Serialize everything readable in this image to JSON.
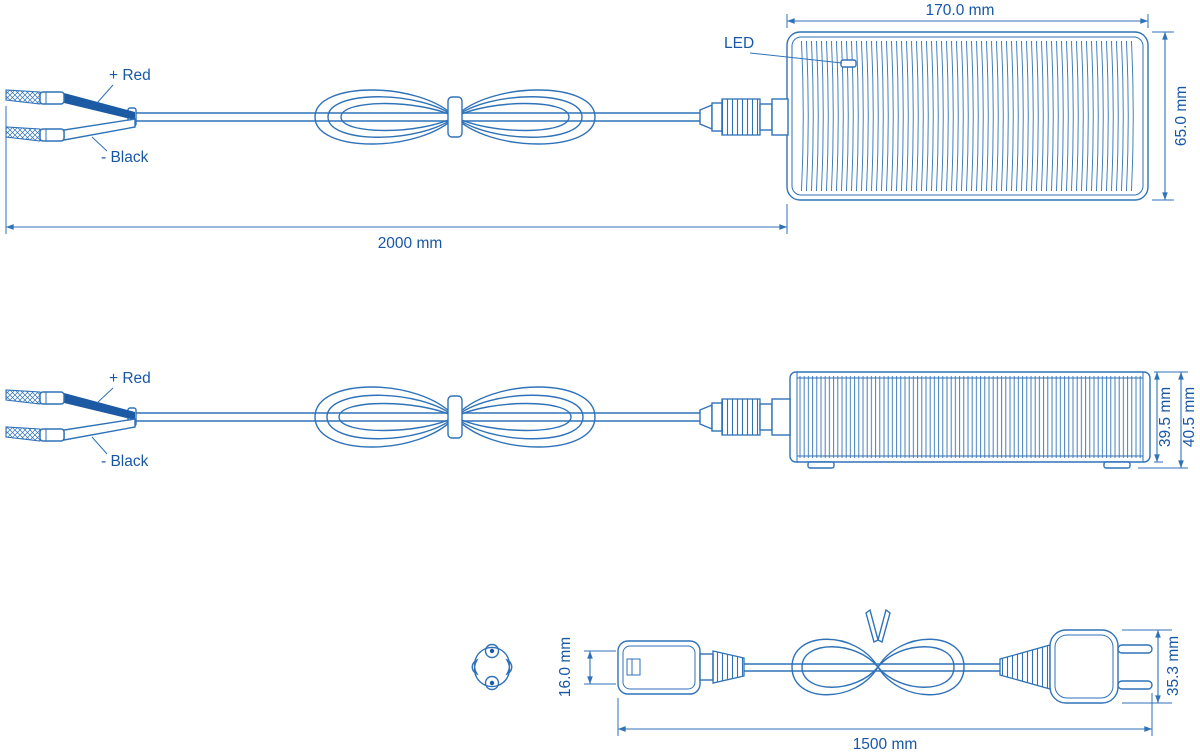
{
  "colors": {
    "line": "#2f72b8",
    "text": "#1757a6",
    "wire_fill": "#1d5aa4"
  },
  "views": {
    "top": {
      "led_label": "LED",
      "red_label": "+ Red",
      "black_label": "- Black",
      "dim_width": "170.0 mm",
      "dim_height": "65.0 mm",
      "dim_cable": "2000 mm"
    },
    "side": {
      "red_label": "+ Red",
      "black_label": "- Black",
      "dim_body_height": "39.5 mm",
      "dim_total_height": "40.5 mm"
    },
    "cord": {
      "dim_connector": "16.0 mm",
      "dim_length": "1500 mm",
      "dim_plug": "35.3 mm"
    }
  }
}
